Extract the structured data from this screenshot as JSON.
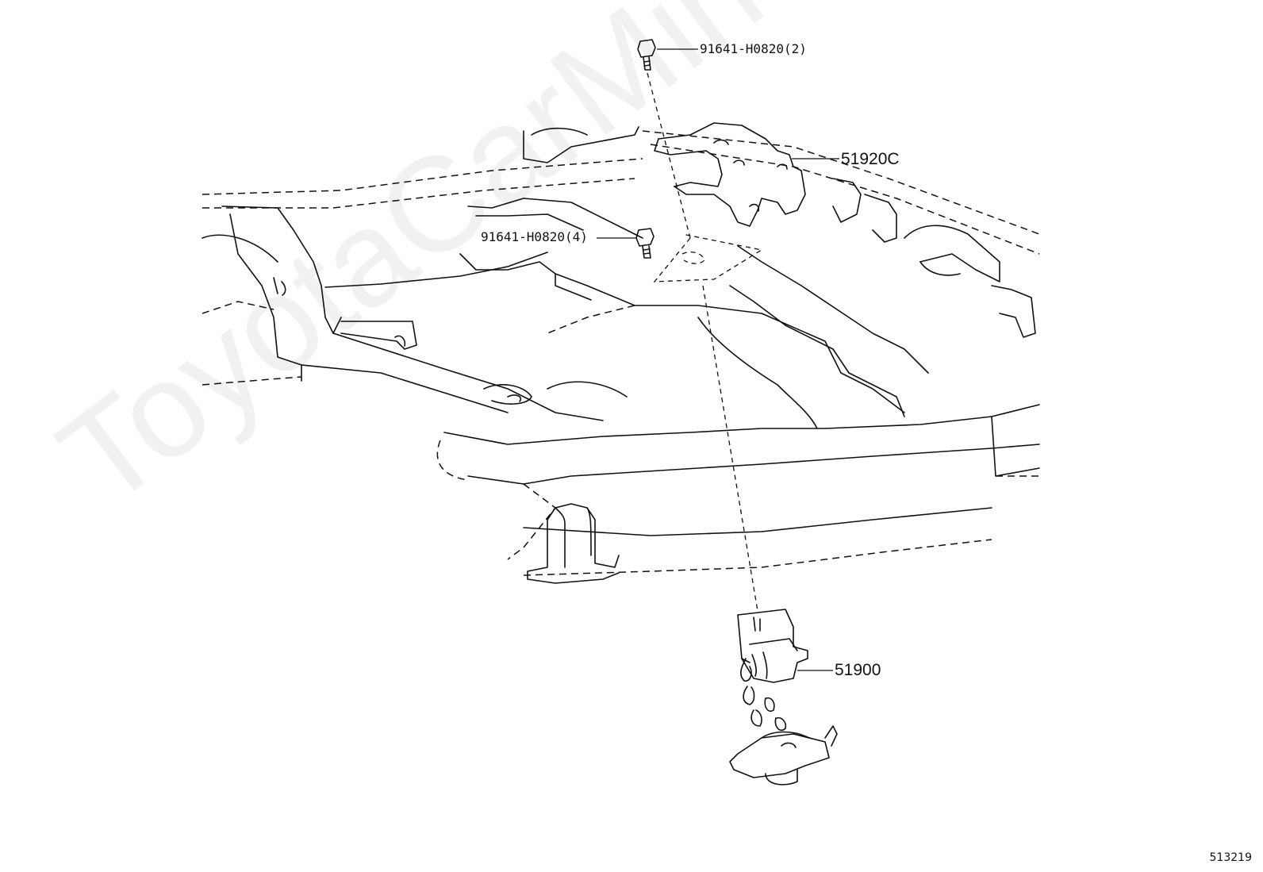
{
  "callouts": {
    "bolt_top": "91641-H0820(2)",
    "hanger_bracket": "51920C",
    "bolt_mid": "91641-H0820(4)",
    "spare_carrier": "51900"
  },
  "reference_code": "513219",
  "watermark": "ToyotaCarMine.ru",
  "colors": {
    "line": "#111111",
    "background": "#ffffff",
    "watermark": "#b4b4b4"
  }
}
